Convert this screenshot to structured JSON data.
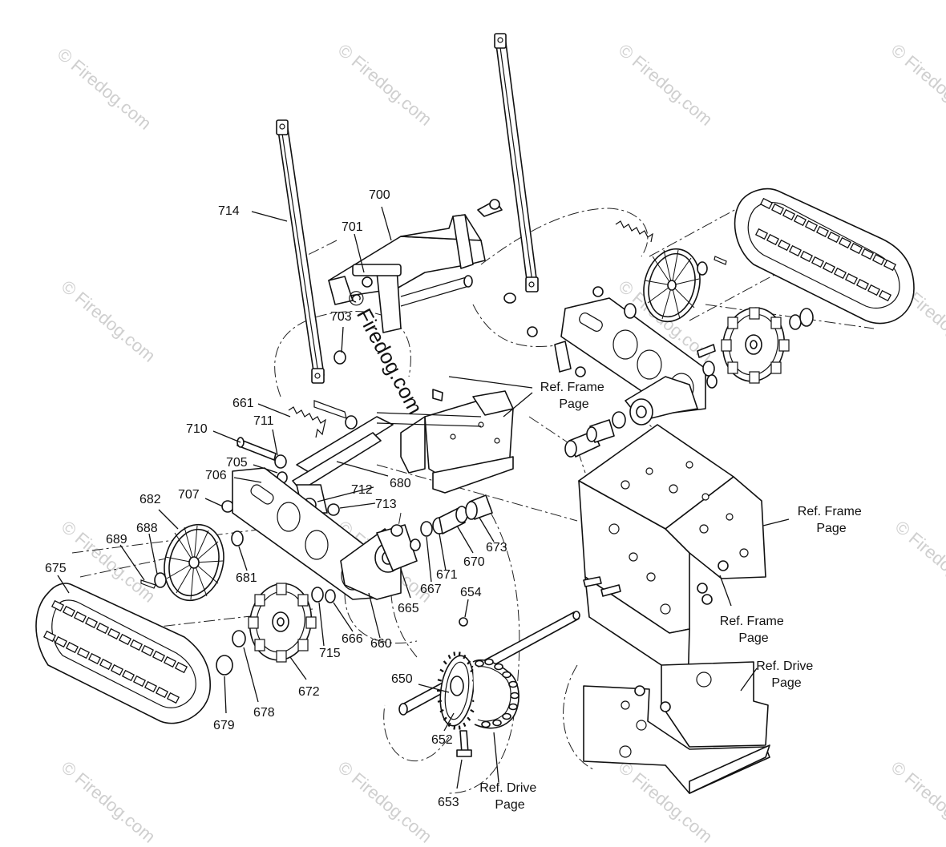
{
  "watermark": "© Firedog.com",
  "center_watermark": "© Firedog.com",
  "part_labels": {
    "p714": "714",
    "p700": "700",
    "p701": "701",
    "p703": "703",
    "p661": "661",
    "p711": "711",
    "p710": "710",
    "p705": "705",
    "p706": "706",
    "p707": "707",
    "p712": "712",
    "p713": "713",
    "p680": "680",
    "p682": "682",
    "p688": "688",
    "p689": "689",
    "p675": "675",
    "p681": "681",
    "p715": "715",
    "p666": "666",
    "p660": "660",
    "p665": "665",
    "p667": "667",
    "p671": "671",
    "p670": "670",
    "p673": "673",
    "p654": "654",
    "p650": "650",
    "p652": "652",
    "p653": "653",
    "p672": "672",
    "p678": "678",
    "p679": "679"
  },
  "refs": {
    "frame_1": [
      "Ref. Frame",
      "Page"
    ],
    "frame_2": [
      "Ref. Frame",
      "Page"
    ],
    "frame_3": [
      "Ref. Frame",
      "Page"
    ],
    "drive_1": [
      "Ref. Drive",
      "Page"
    ],
    "drive_2": [
      "Ref. Drive",
      "Page"
    ]
  }
}
